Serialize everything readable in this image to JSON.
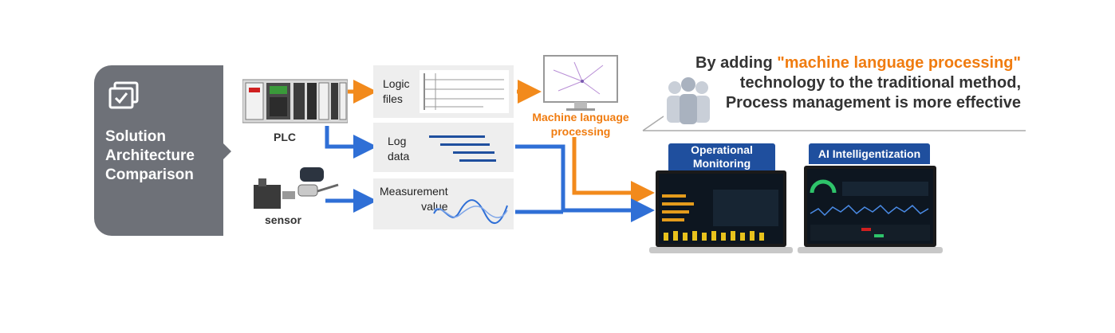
{
  "card": {
    "title_lines": [
      "Solution",
      "Architecture",
      "Comparison"
    ]
  },
  "sources": {
    "plc": "PLC",
    "sensor": "sensor"
  },
  "boxes": {
    "logic_lines": [
      "Logic",
      "files"
    ],
    "log_lines": [
      "Log",
      "data"
    ],
    "measure_lines": [
      "Measurement",
      "value"
    ]
  },
  "mlp_lines": [
    "Machine language",
    "processing"
  ],
  "headline": {
    "line1_prefix": "By adding ",
    "line1_highlight": "\"machine language processing\"",
    "line2": "technology to the traditional method,",
    "line3": "Process management is more effective"
  },
  "outputs": {
    "monitoring_lines": [
      "Operational",
      "Monitoring"
    ],
    "ai": "AI Intelligentization"
  },
  "colors": {
    "flow_blue": "#2f6fd6",
    "flow_orange": "#f28a1c",
    "badge_blue": "#1f4f9e",
    "card_gray": "#6e7178"
  }
}
